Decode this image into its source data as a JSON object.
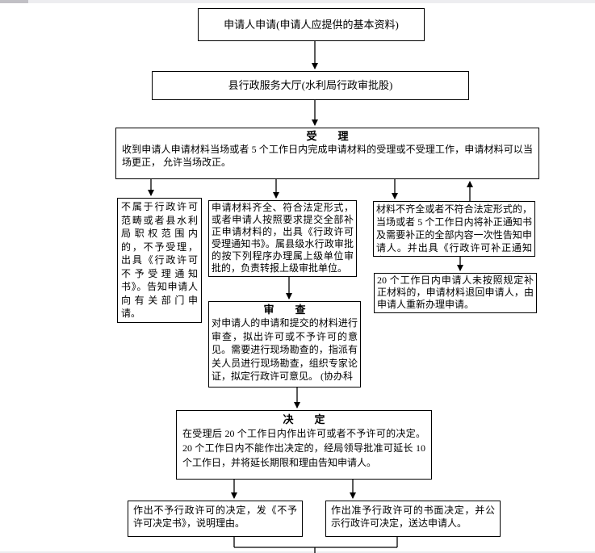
{
  "flowchart": {
    "nodes": {
      "applicant": {
        "label": "申请人申请(申请人应提供的基本资料)"
      },
      "service_hall": {
        "label": "县行政服务大厅(水利局行政审批股)"
      },
      "acceptance": {
        "title": "受　　理",
        "body": "收到申请人申请材料当场或者 5 个工作日内完成申请材料的受理或不受理工作，申请材料可以当场更正， 允许当场改正。"
      },
      "not_accepted": {
        "body": "不属于行政许可范畴或者县水利局职权范围内的，不予受理，出具《行政许可不予受理通知书》。告知申请人向有关部门申请。"
      },
      "accepted": {
        "body": "申请材料齐全、符合法定形式，或者申请人按照要求提交全部补正申请材料的，出具《行政许可受理通知书》。属县级水行政审批的按下列程序办理属上级单位审批的，负责转报上级审批单位。"
      },
      "incomplete": {
        "body": "材料不齐全或者不符合法定形式的，当场或者 5 个工作日内将补正通知书及需要补正的全部内容一次性告知申请人。并出具《行政许可补正通知书》。"
      },
      "overdue": {
        "body": "20 个工作日内申请人未按照规定补正材料的，申请材料退回申请人，由申请人重新办理申请。"
      },
      "review": {
        "title": "审　　查",
        "body": "对申请人的申请和提交的材料进行审查，拟出许可或不予许可的意见。需要进行现场勘查的，指派有关人员进行现场勘查，组织专家论证，拟定行政许可意见。 (协办科"
      },
      "decision": {
        "title": "决　　定",
        "body": "在受理后 20 个工作日内作出许可或者不予许可的决定。20 个工作日内不能作出决定的，经局领导批准可延长 10 个工作日，并将延长期限和理由告知申请人。"
      },
      "deny": {
        "body": "作出不予行政许可的决定，发《不予许可决定书》，说明理由。"
      },
      "approve": {
        "body": "作出准予行政许可的书面决定，并公示行政许可决定，送达申请人。"
      }
    },
    "colors": {
      "line": "#000000",
      "border": "#000000",
      "text": "#000000"
    }
  }
}
